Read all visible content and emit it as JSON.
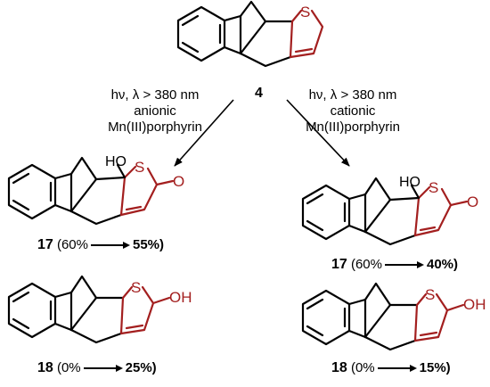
{
  "colors": {
    "heterocycle": "#a31f1f",
    "bond": "#000000"
  },
  "start": {
    "compound": "4"
  },
  "left_conditions": {
    "line1": "hν, λ > 380  nm",
    "line2": "anionic",
    "line3": "Mn(III)porphyrin"
  },
  "right_conditions": {
    "line1": "hν, λ > 380  nm",
    "line2": "cationic",
    "line3": "Mn(III)porphyrin"
  },
  "atoms": {
    "S": "S",
    "O": "O",
    "HO": "HO",
    "OH": "OH"
  },
  "left_products": [
    {
      "compound": "17",
      "yield_open": "(60%",
      "yield_final": "55%)"
    },
    {
      "compound": "18",
      "yield_open": "(0%",
      "yield_final": "25%)"
    }
  ],
  "right_products": [
    {
      "compound": "17",
      "yield_open": "(60%",
      "yield_final": "40%)"
    },
    {
      "compound": "18",
      "yield_open": "(0%",
      "yield_final": "15%)"
    }
  ]
}
